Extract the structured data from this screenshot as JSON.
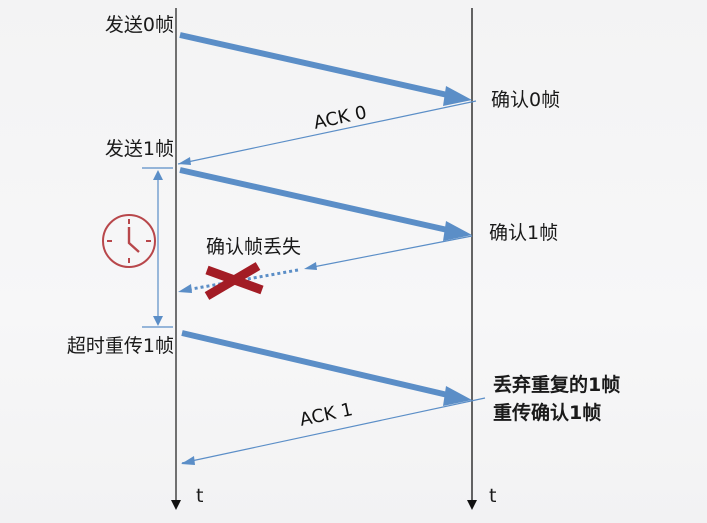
{
  "diagram": {
    "type": "stop-and-wait-timeline",
    "colors": {
      "arrow": "#5b8ec7",
      "timeline": "#333333",
      "clock": "#b8474b",
      "cross": "#a31c25",
      "background": "#f5f5f6"
    },
    "sender": {
      "labels": {
        "send0": "发送0帧",
        "send1": "发送1帧",
        "retransmit": "超时重传1帧"
      },
      "time_axis": "t"
    },
    "receiver": {
      "labels": {
        "ack0": "确认0帧",
        "ack1": "确认1帧",
        "dup_line1": "丢弃重复的1帧",
        "dup_line2": "重传确认1帧"
      },
      "time_axis": "t"
    },
    "messages": {
      "ack0": "ACK 0",
      "ack_lost": "确认帧丢失",
      "ack1": "ACK 1"
    },
    "icons": {
      "timer": "clock-icon",
      "lost": "cross-icon"
    }
  }
}
